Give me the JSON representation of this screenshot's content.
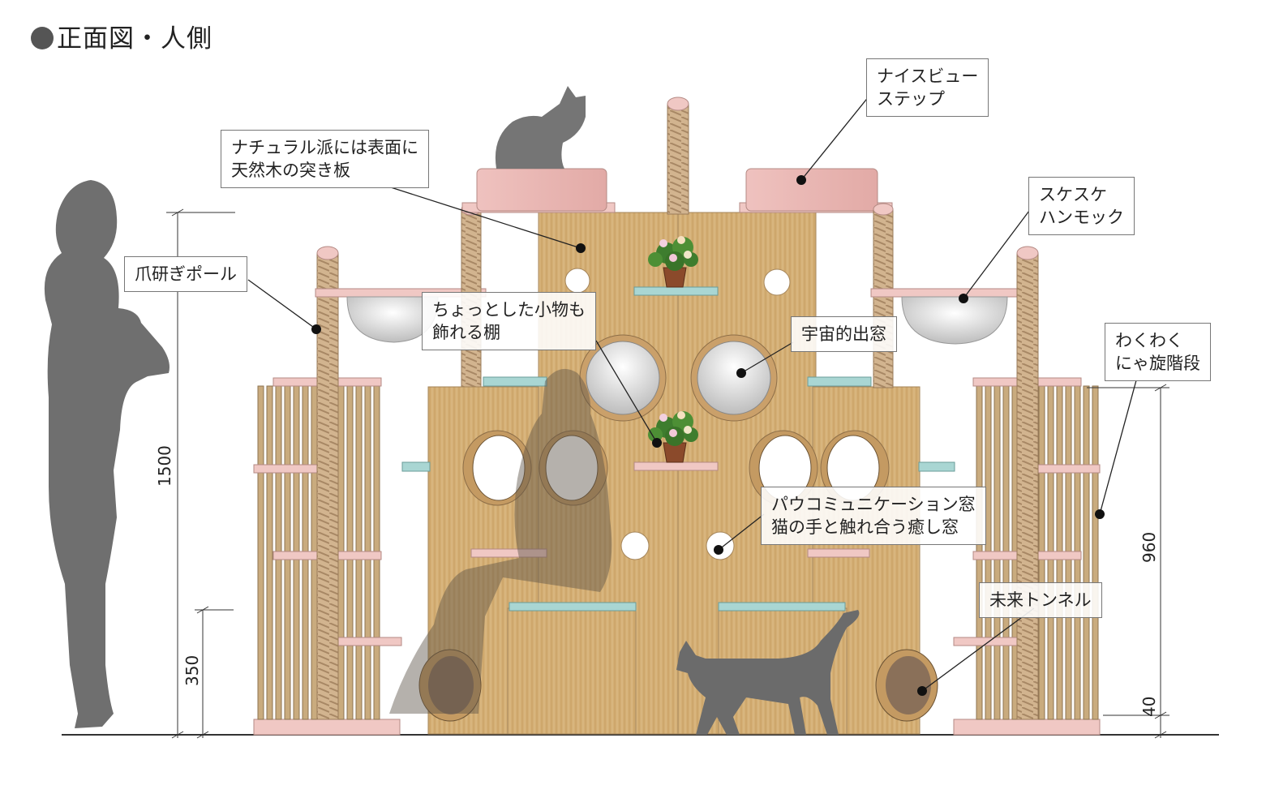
{
  "title": "正面図・人側",
  "callouts": {
    "natural": "ナチュラル派には表面に\n天然木の突き板",
    "nice_view": "ナイスビュー\nステップ",
    "sukeske": "スケスケ\nハンモック",
    "pole": "爪研ぎポール",
    "shelf": "ちょっとした小物も\n飾れる棚",
    "cosmic": "宇宙的出窓",
    "pawcom": "パウコミュニケーション窓\n猫の手と触れ合う癒し窓",
    "wakuwaku": "わくわく\nにゃ旋階段",
    "tunnel": "未来トンネル"
  },
  "dimensions": {
    "height_total": "1500",
    "height_low": "350",
    "height_right": "960",
    "height_base": "40"
  },
  "colors": {
    "wood": "#d2ad72",
    "pink": "#f0c8c4",
    "teal": "#a9d6d3",
    "silhouette": "#6f6f6f",
    "rope": "#c9a882"
  }
}
